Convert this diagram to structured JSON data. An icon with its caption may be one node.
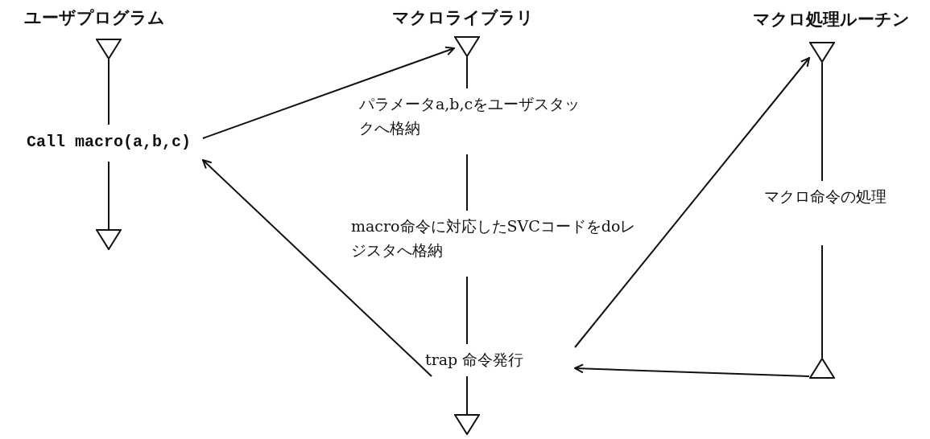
{
  "diagram": {
    "nodes": [
      {
        "text": [],
        "shape": "triangle"
      },
      {
        "text": [
          "Call macro(a,b,c)"
        ]
      },
      {
        "text": [],
        "shape": "triangle"
      },
      {
        "text": [],
        "shape": "triangle"
      },
      {
        "text": [
          "パラメータa,b,cをユーザスタックへ格納"
        ]
      },
      {
        "text": [
          "macro命令に対応したSVCコードをdoレジスタへ格納"
        ]
      },
      {
        "text": [
          "trap 命令発行"
        ]
      },
      {
        "text": [],
        "shape": "triangle"
      },
      {
        "text": [],
        "shape": "triangle"
      },
      {
        "text": [
          "マクロ命令の処理"
        ]
      },
      {
        "text": [],
        "shape": "triangle"
      }
    ],
    "edges": [
      {
        "from": 0,
        "to": 1,
        "arrow": "none"
      },
      {
        "from": 1,
        "to": 2,
        "arrow": "none"
      },
      {
        "from": 3,
        "to": 4,
        "arrow": "none"
      },
      {
        "from": 4,
        "to": 5,
        "arrow": "none"
      },
      {
        "from": 5,
        "to": 6,
        "arrow": "none"
      },
      {
        "from": 6,
        "to": 7,
        "arrow": "none"
      },
      {
        "from": 8,
        "to": 9,
        "arrow": "none"
      },
      {
        "from": 9,
        "to": 10,
        "arrow": "none"
      },
      {
        "from": 1,
        "to": 3,
        "arrow": "to"
      },
      {
        "from": 6,
        "to": 8,
        "arrow": "to"
      },
      {
        "from": 10,
        "to": 6,
        "arrow": "to"
      },
      {
        "from": 6,
        "to": 1,
        "arrow": "to"
      }
    ],
    "labels": [
      "ユーザプログラム",
      "マクロライブラリ",
      "マクロ処理ルーチン"
    ]
  }
}
